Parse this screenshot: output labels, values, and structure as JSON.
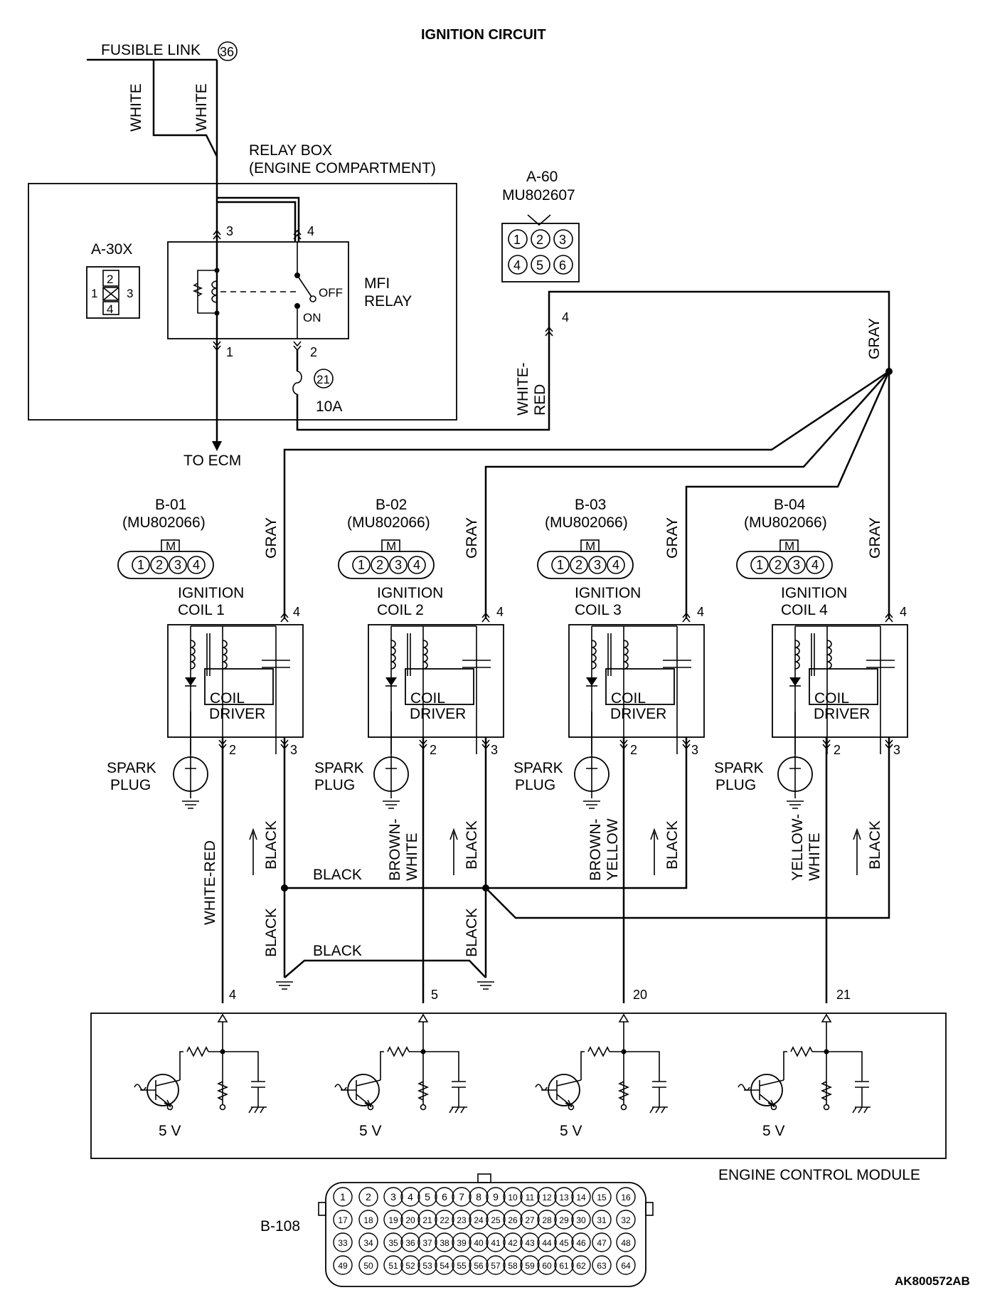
{
  "title": "IGNITION CIRCUIT",
  "figure_code": "AK800572AB",
  "fusible_link": {
    "label": "FUSIBLE LINK",
    "number": "36"
  },
  "wire_colors": {
    "white": "WHITE",
    "gray": "GRAY",
    "black": "BLACK",
    "white_red": "WHITE-RED",
    "white_red_split": [
      "WHITE-",
      "RED"
    ],
    "brown_white": [
      "BROWN-",
      "WHITE"
    ],
    "brown_yellow": [
      "BROWN-",
      "YELLOW"
    ],
    "yellow_white": [
      "YELLOW-",
      "WHITE"
    ]
  },
  "relay_box": {
    "label_line1": "RELAY BOX",
    "label_line2": "(ENGINE COMPARTMENT)",
    "connector": "A-30X",
    "connector_pins": [
      "1",
      "2",
      "3",
      "4"
    ],
    "relay_label": [
      "MFI",
      "RELAY"
    ],
    "switch_off": "OFF",
    "switch_on": "ON",
    "pins": [
      "1",
      "2",
      "3",
      "4"
    ],
    "fuse_number": "21",
    "fuse_rating": "10A",
    "to_ecm": "TO ECM"
  },
  "a60": {
    "id": "A-60",
    "part": "MU802607",
    "pins": [
      "1",
      "2",
      "3",
      "4",
      "5",
      "6"
    ],
    "pin_to_coils": "4"
  },
  "coil_connectors": [
    {
      "id": "B-01",
      "part": "(MU802066)"
    },
    {
      "id": "B-02",
      "part": "(MU802066)"
    },
    {
      "id": "B-03",
      "part": "(MU802066)"
    },
    {
      "id": "B-04",
      "part": "(MU802066)"
    }
  ],
  "coil_connector_pins": [
    "1",
    "2",
    "3",
    "4"
  ],
  "coil_connector_key": "M",
  "coils": [
    {
      "line1": "IGNITION",
      "line2": "COIL 1"
    },
    {
      "line1": "IGNITION",
      "line2": "COIL 2"
    },
    {
      "line1": "IGNITION",
      "line2": "COIL 3"
    },
    {
      "line1": "IGNITION",
      "line2": "COIL 4"
    }
  ],
  "coil_driver": [
    "COIL",
    "DRIVER"
  ],
  "spark_plug": [
    "SPARK",
    "PLUG"
  ],
  "coil_pins": [
    "2",
    "3",
    "4"
  ],
  "ecm_pins": [
    "4",
    "5",
    "20",
    "21"
  ],
  "ecm": {
    "label": "ENGINE CONTROL MODULE",
    "voltage": "5 V",
    "connector": "B-108",
    "connector_rows": [
      [
        "1",
        "2",
        "3",
        "4",
        "5",
        "6",
        "7",
        "8",
        "9",
        "10",
        "11",
        "12",
        "13",
        "14",
        "15",
        "16"
      ],
      [
        "17",
        "18",
        "19",
        "20",
        "21",
        "22",
        "23",
        "24",
        "25",
        "26",
        "27",
        "28",
        "29",
        "30",
        "31",
        "32"
      ],
      [
        "33",
        "34",
        "35",
        "36",
        "37",
        "38",
        "39",
        "40",
        "41",
        "42",
        "43",
        "44",
        "45",
        "46",
        "47",
        "48"
      ],
      [
        "49",
        "50",
        "51",
        "52",
        "53",
        "54",
        "55",
        "56",
        "57",
        "58",
        "59",
        "60",
        "61",
        "62",
        "63",
        "64"
      ]
    ]
  }
}
